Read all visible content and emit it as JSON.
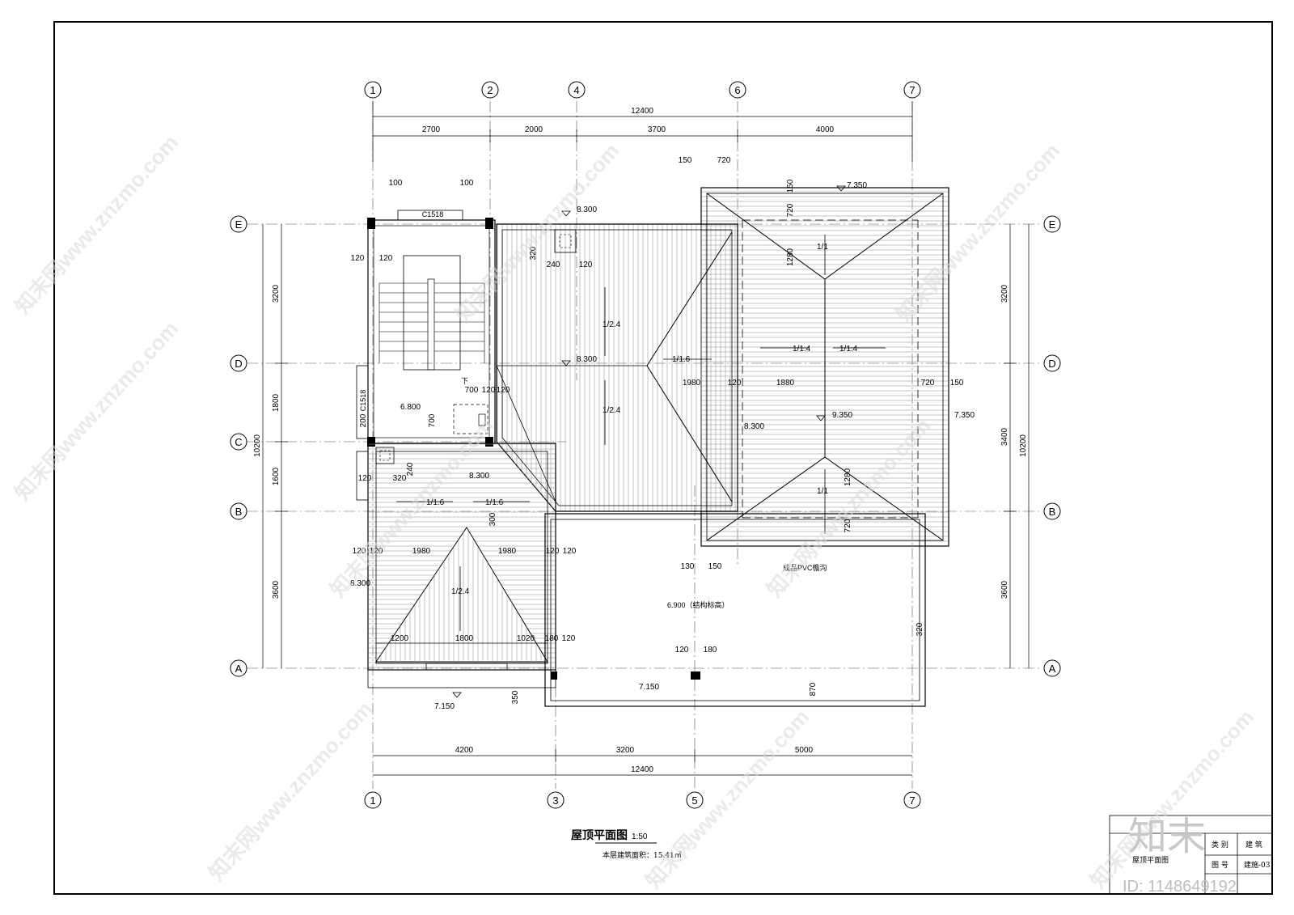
{
  "title": {
    "name": "屋顶平面图",
    "scale": "1:50",
    "note": "本层建筑面积：15.41㎡"
  },
  "title_block": {
    "drawing_label": "屋顶平面图",
    "category": "建 筑",
    "sheet_label": "图 号",
    "sheet_no": "建施-03",
    "category_label": "类 别"
  },
  "watermark": {
    "site": "知末网www.znzmo.com",
    "logo": "知末",
    "id": "ID: 1148649192"
  },
  "grid_top": [
    "1",
    "2",
    "4",
    "6",
    "7"
  ],
  "grid_bottom": [
    "1",
    "3",
    "5",
    "7"
  ],
  "grid_left": [
    "E",
    "D",
    "C",
    "B",
    "A"
  ],
  "dims_top": {
    "total": "12400",
    "segments": [
      "2700",
      "2000",
      "3700",
      "4000"
    ]
  },
  "dims_bottom": {
    "total": "12400",
    "segments": [
      "4200",
      "3200",
      "5000"
    ]
  },
  "dims_left": {
    "total": "10200",
    "segments": [
      "3200",
      "1800",
      "1600",
      "3600"
    ]
  },
  "dims_right": {
    "total": "10200",
    "segments": [
      "3200",
      "3400",
      "3600"
    ]
  },
  "dims_misc": {
    "d150": "150",
    "d720": "720",
    "d100": "100",
    "d120": "120",
    "d200": "200",
    "d240": "240",
    "d320": "320",
    "d700": "700",
    "d300": "300",
    "d350": "350",
    "d870": "870",
    "d1280": "1280",
    "d1980": "1980",
    "d1880": "1880",
    "d1200": "1200",
    "d1800": "1800",
    "d1020": "1020",
    "d180": "180",
    "d130": "130"
  },
  "labels": {
    "window": "C1518",
    "down": "下",
    "elev_830": "8.300",
    "elev_680": "6.800",
    "elev_935": "9.350",
    "elev_735": "7.350",
    "elev_715": "7.150",
    "elev_690": "6.900（结构标高）",
    "slope_24": "1/2.4",
    "slope_16": "1/1.6",
    "slope_14": "1/1.4",
    "slope_1": "1/1",
    "gutter": "成品PVC檐沟"
  }
}
